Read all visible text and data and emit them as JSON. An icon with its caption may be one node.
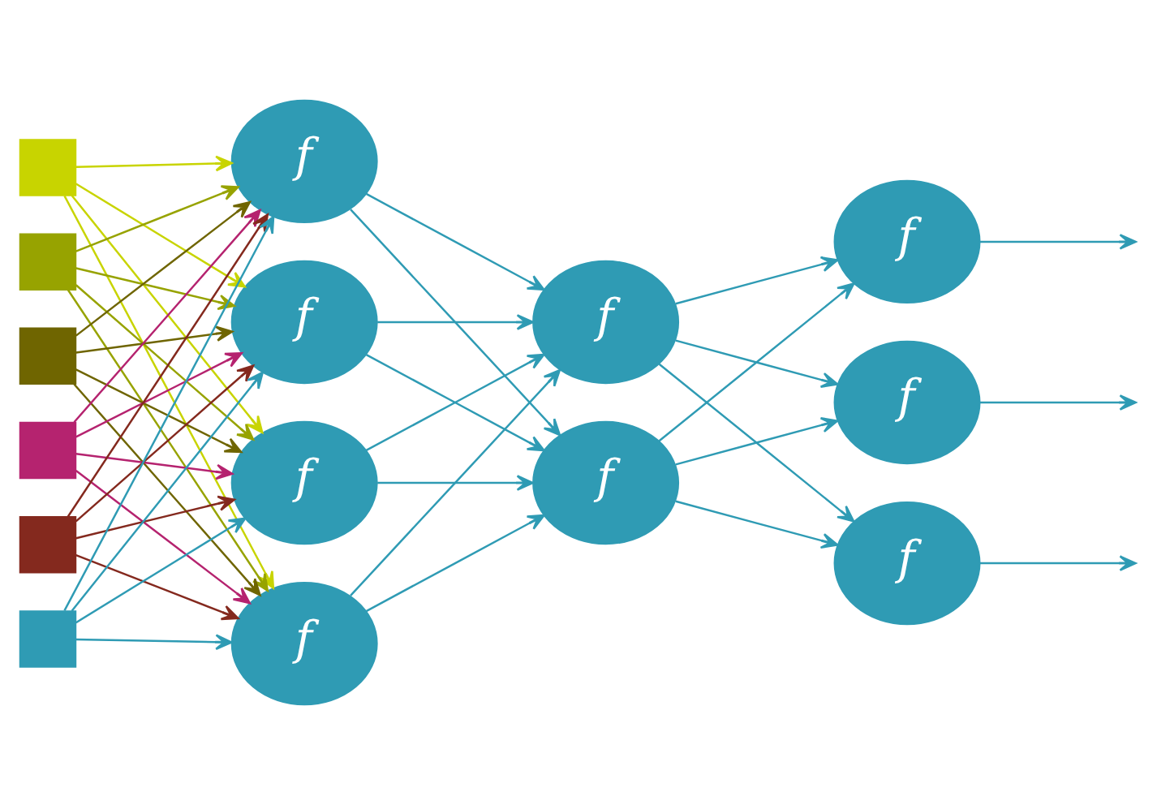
{
  "diagram": {
    "nodes": [
      {
        "text": [],
        "shape": "box"
      },
      {
        "text": [],
        "shape": "box"
      },
      {
        "text": [],
        "shape": "box"
      },
      {
        "text": [],
        "shape": "box"
      },
      {
        "text": [],
        "shape": "box"
      },
      {
        "text": [],
        "shape": "box"
      },
      {
        "text": [
          "f"
        ]
      },
      {
        "text": [
          "f"
        ]
      },
      {
        "text": [
          "f"
        ]
      },
      {
        "text": [
          "f"
        ]
      },
      {
        "text": [
          "f"
        ]
      },
      {
        "text": [
          "f"
        ]
      },
      {
        "text": [
          "f"
        ]
      },
      {
        "text": [
          "f"
        ]
      },
      {
        "text": [
          "f"
        ]
      }
    ],
    "edges": [
      {
        "from": 0,
        "to": 6,
        "arrow": "to",
        "color": "#c8d400"
      },
      {
        "from": 0,
        "to": 7,
        "arrow": "to",
        "color": "#c8d400"
      },
      {
        "from": 0,
        "to": 8,
        "arrow": "to",
        "color": "#c8d400"
      },
      {
        "from": 0,
        "to": 9,
        "arrow": "to",
        "color": "#c8d400"
      },
      {
        "from": 1,
        "to": 6,
        "arrow": "to",
        "color": "#97a300"
      },
      {
        "from": 1,
        "to": 7,
        "arrow": "to",
        "color": "#97a300"
      },
      {
        "from": 1,
        "to": 8,
        "arrow": "to",
        "color": "#97a300"
      },
      {
        "from": 1,
        "to": 9,
        "arrow": "to",
        "color": "#97a300"
      },
      {
        "from": 2,
        "to": 6,
        "arrow": "to",
        "color": "#6f6500"
      },
      {
        "from": 2,
        "to": 7,
        "arrow": "to",
        "color": "#6f6500"
      },
      {
        "from": 2,
        "to": 8,
        "arrow": "to",
        "color": "#6f6500"
      },
      {
        "from": 2,
        "to": 9,
        "arrow": "to",
        "color": "#6f6500"
      },
      {
        "from": 3,
        "to": 6,
        "arrow": "to",
        "color": "#b5236f"
      },
      {
        "from": 3,
        "to": 7,
        "arrow": "to",
        "color": "#b5236f"
      },
      {
        "from": 3,
        "to": 8,
        "arrow": "to",
        "color": "#b5236f"
      },
      {
        "from": 3,
        "to": 9,
        "arrow": "to",
        "color": "#b5236f"
      },
      {
        "from": 4,
        "to": 6,
        "arrow": "to",
        "color": "#84291e"
      },
      {
        "from": 4,
        "to": 7,
        "arrow": "to",
        "color": "#84291e"
      },
      {
        "from": 4,
        "to": 8,
        "arrow": "to",
        "color": "#84291e"
      },
      {
        "from": 4,
        "to": 9,
        "arrow": "to",
        "color": "#84291e"
      },
      {
        "from": 5,
        "to": 6,
        "arrow": "to"
      },
      {
        "from": 5,
        "to": 7,
        "arrow": "to"
      },
      {
        "from": 5,
        "to": 8,
        "arrow": "to"
      },
      {
        "from": 5,
        "to": 9,
        "arrow": "to"
      },
      {
        "from": 6,
        "to": 10,
        "arrow": "to"
      },
      {
        "from": 6,
        "to": 11,
        "arrow": "to"
      },
      {
        "from": 7,
        "to": 10,
        "arrow": "to"
      },
      {
        "from": 7,
        "to": 11,
        "arrow": "to"
      },
      {
        "from": 8,
        "to": 10,
        "arrow": "to"
      },
      {
        "from": 8,
        "to": 11,
        "arrow": "to"
      },
      {
        "from": 9,
        "to": 10,
        "arrow": "to"
      },
      {
        "from": 9,
        "to": 11,
        "arrow": "to"
      },
      {
        "from": 10,
        "to": 12,
        "arrow": "to"
      },
      {
        "from": 10,
        "to": 13,
        "arrow": "to"
      },
      {
        "from": 10,
        "to": 14,
        "arrow": "to"
      },
      {
        "from": 11,
        "to": 12,
        "arrow": "to"
      },
      {
        "from": 11,
        "to": 13,
        "arrow": "to"
      },
      {
        "from": 11,
        "to": 14,
        "arrow": "to"
      },
      {
        "from": 12,
        "to": null,
        "arrow": "to"
      },
      {
        "from": 13,
        "to": null,
        "arrow": "to"
      },
      {
        "from": 14,
        "to": null,
        "arrow": "to"
      }
    ]
  }
}
